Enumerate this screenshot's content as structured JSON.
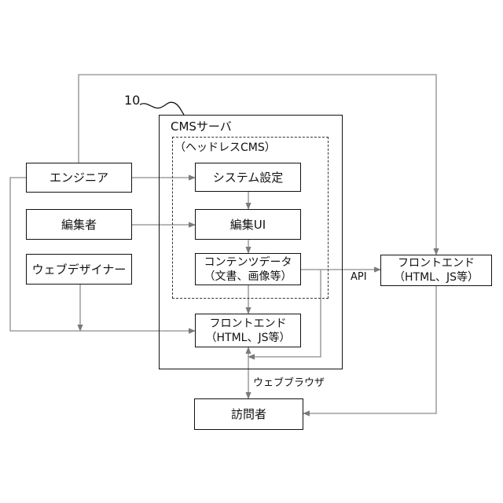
{
  "ref_number": "10",
  "server_title": "CMSサーバ",
  "headless_title": "（ヘッドレスCMS）",
  "actors": {
    "engineer": "エンジニア",
    "editor": "編集者",
    "web_designer": "ウェブデザイナー",
    "visitor": "訪問者"
  },
  "cms_blocks": {
    "system_settings": "システム設定",
    "edit_ui": "編集UI",
    "content_data_line1": "コンテンツデータ",
    "content_data_line2": "（文書、画像等）"
  },
  "frontend_internal": {
    "line1": "フロントエンド",
    "line2": "（HTML、JS等）"
  },
  "frontend_external": {
    "line1": "フロントエンド",
    "line2": "（HTML、JS等）"
  },
  "edge_labels": {
    "api": "API",
    "browser": "ウェブブラウザ"
  },
  "colors": {
    "box_border": "#111111",
    "connector": "#8c8c8c",
    "arrowhead": "#7a7a7a"
  }
}
